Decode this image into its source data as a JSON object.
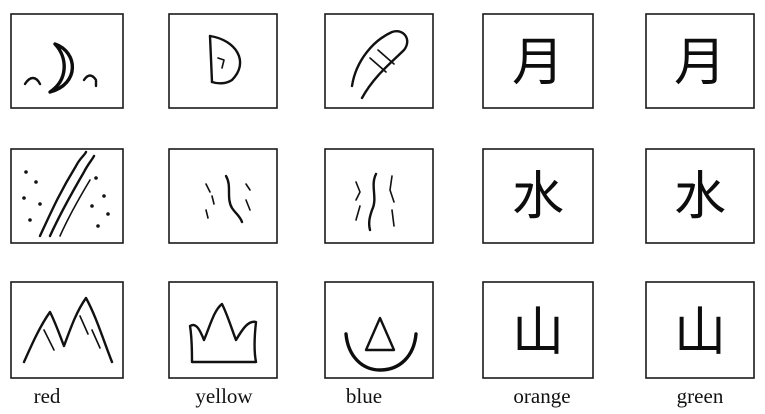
{
  "columns": [
    {
      "label": "red"
    },
    {
      "label": "yellow"
    },
    {
      "label": "blue"
    },
    {
      "label": "orange"
    },
    {
      "label": "green"
    }
  ],
  "rows": [
    {
      "characters": [
        "",
        "",
        "",
        "月",
        "月"
      ]
    },
    {
      "characters": [
        "",
        "",
        "",
        "水",
        "水"
      ]
    },
    {
      "characters": [
        "",
        "",
        "",
        "山",
        "山"
      ]
    }
  ],
  "ink_color": "#111111",
  "background": "#ffffff"
}
